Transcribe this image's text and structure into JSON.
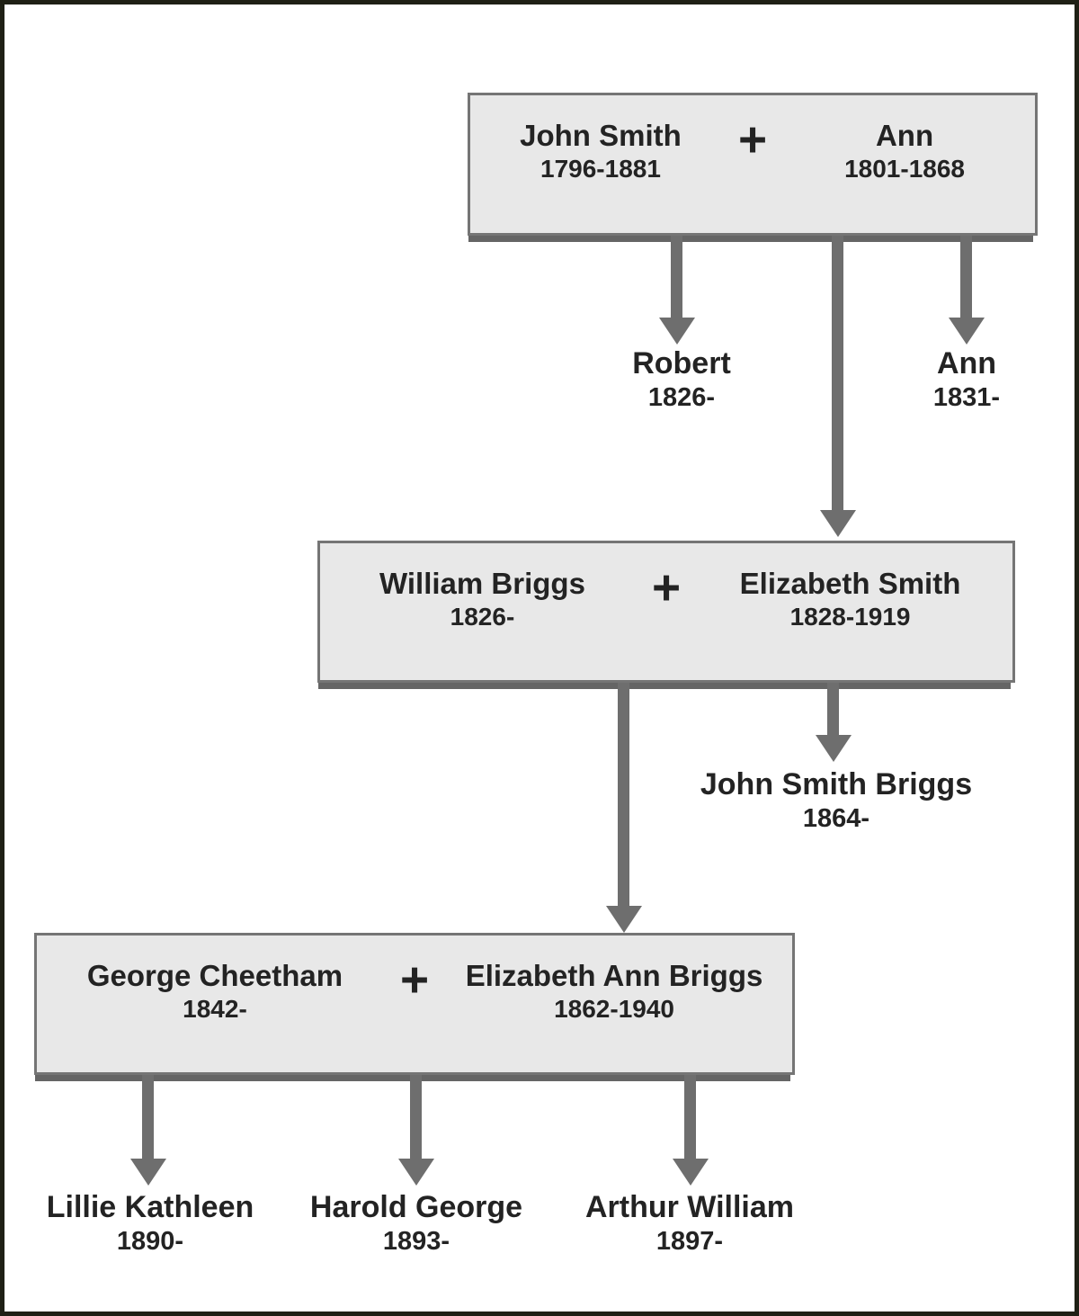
{
  "colors": {
    "page_bg": "#ffffff",
    "frame": "#1f2015",
    "box_fill": "#e8e8e8",
    "box_border": "#757575",
    "box_shadow": "#656565",
    "arrow": "#6e6e6e",
    "text": "#232323"
  },
  "tree": {
    "couples": [
      {
        "left": {
          "name": "John Smith",
          "dates": "1796-1881"
        },
        "plus": "+",
        "right": {
          "name": "Ann",
          "dates": "1801-1868"
        }
      },
      {
        "left": {
          "name": "William Briggs",
          "dates": "1826-"
        },
        "plus": "+",
        "right": {
          "name": "Elizabeth Smith",
          "dates": "1828-1919"
        }
      },
      {
        "left": {
          "name": "George Cheetham",
          "dates": "1842-"
        },
        "plus": "+",
        "right": {
          "name": "Elizabeth Ann Briggs",
          "dates": "1862-1940"
        }
      }
    ],
    "children": [
      {
        "name": "Robert",
        "dates": "1826-"
      },
      {
        "name": "Ann",
        "dates": "1831-"
      },
      {
        "name": "John Smith Briggs",
        "dates": "1864-"
      },
      {
        "name": "Lillie Kathleen",
        "dates": "1890-"
      },
      {
        "name": "Harold George",
        "dates": "1893-"
      },
      {
        "name": "Arthur William",
        "dates": "1897-"
      }
    ]
  }
}
